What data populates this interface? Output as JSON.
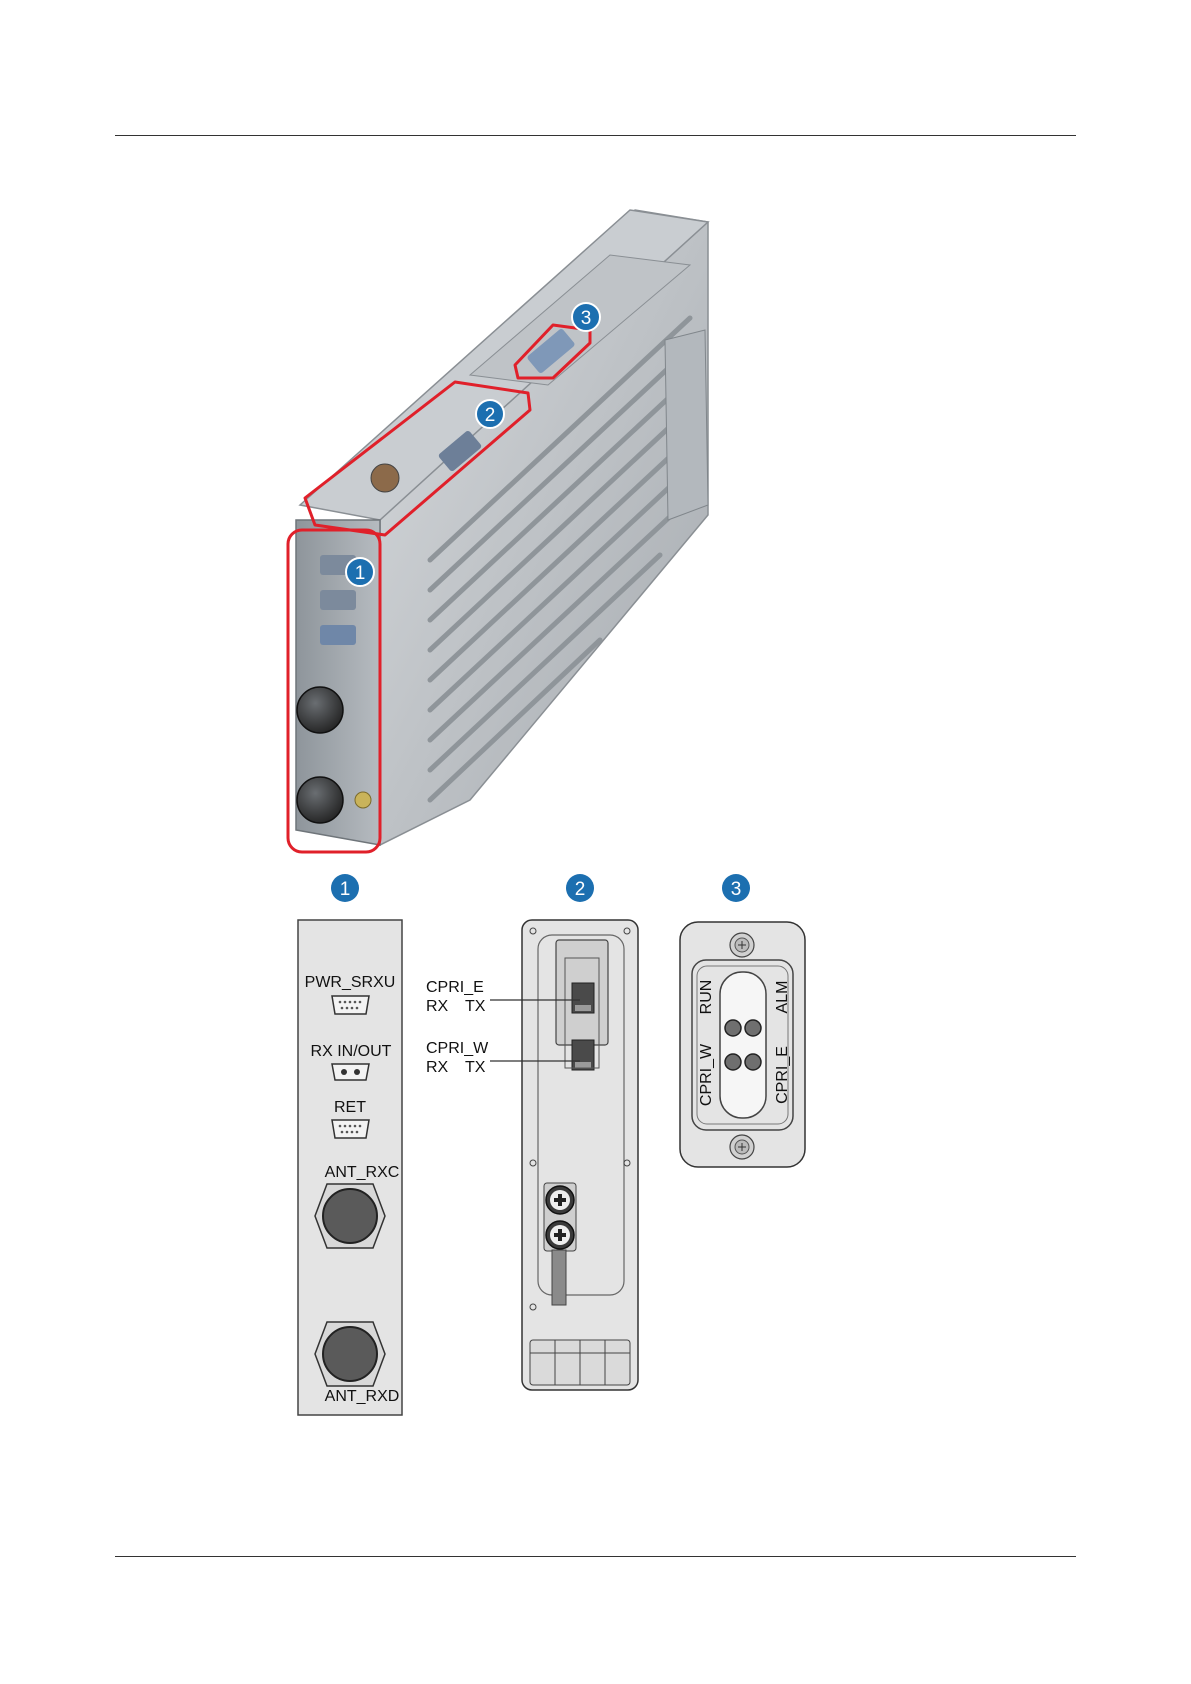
{
  "callouts": {
    "c1": "1",
    "c2": "2",
    "c3": "3"
  },
  "panel1": {
    "pwr_srxu": "PWR_SRXU",
    "rx_inout": "RX IN/OUT",
    "ret": "RET",
    "ant_rxc": "ANT_RXC",
    "ant_rxd": "ANT_RXD"
  },
  "panel2": {
    "cpri_e": "CPRI_E",
    "cpri_e_rx": "RX",
    "cpri_e_tx": "TX",
    "cpri_w": "CPRI_W",
    "cpri_w_rx": "RX",
    "cpri_w_tx": "TX"
  },
  "panel3": {
    "run": "RUN",
    "alm": "ALM",
    "cpri_w": "CPRI_W",
    "cpri_e": "CPRI_E"
  },
  "colors": {
    "callout_blue": "#1c6fb0",
    "highlight_red": "#e0202a",
    "panel_gray": "#e4e4e4"
  }
}
